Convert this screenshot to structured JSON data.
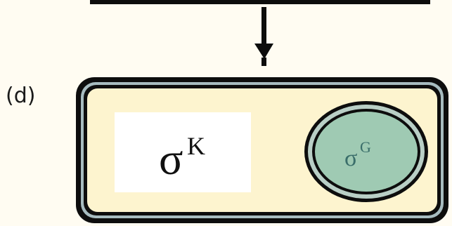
{
  "panel": {
    "label": "(d)"
  },
  "mother_cell": {
    "compartment_label": {
      "symbol": "σ",
      "superscript": "K"
    }
  },
  "forespore": {
    "compartment_label": {
      "symbol": "σ",
      "superscript": "G"
    }
  },
  "colors": {
    "cell_outline": "#0d0d0d",
    "cell_wall_stroke": "#a7bcc0",
    "cytoplasm_fill": "#fdf4cf",
    "label_box_fill": "#ffffff",
    "forespore_fill": "#9fcab3",
    "forespore_ring": "#b9cfc6",
    "arrow": "#0d0d0d"
  }
}
